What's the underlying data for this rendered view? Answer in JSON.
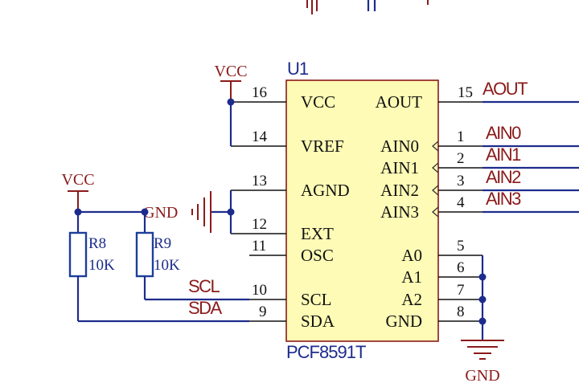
{
  "chip": {
    "designator": "U1",
    "part": "PCF8591T",
    "left_pins": [
      {
        "num": "16",
        "name": "VCC"
      },
      {
        "num": "14",
        "name": "VREF"
      },
      {
        "num": "13",
        "name": "AGND"
      },
      {
        "num": "12",
        "name": "EXT"
      },
      {
        "num": "11",
        "name": "OSC"
      },
      {
        "num": "10",
        "name": "SCL"
      },
      {
        "num": "9",
        "name": "SDA"
      }
    ],
    "right_pins": [
      {
        "num": "15",
        "name": "AOUT"
      },
      {
        "num": "1",
        "name": "AIN0"
      },
      {
        "num": "2",
        "name": "AIN1"
      },
      {
        "num": "3",
        "name": "AIN2"
      },
      {
        "num": "4",
        "name": "AIN3"
      },
      {
        "num": "5",
        "name": "A0"
      },
      {
        "num": "6",
        "name": "A1"
      },
      {
        "num": "7",
        "name": "A2"
      },
      {
        "num": "8",
        "name": "GND"
      }
    ]
  },
  "power": {
    "vcc_top": "VCC",
    "vcc_left": "VCC",
    "gnd_left": "GND",
    "gnd_bottom": "GND"
  },
  "resistors": [
    {
      "designator": "R8",
      "value": "10K"
    },
    {
      "designator": "R9",
      "value": "10K"
    }
  ],
  "net_labels": {
    "aout": "AOUT",
    "ain0": "AIN0",
    "ain1": "AIN1",
    "ain2": "AIN2",
    "ain3": "AIN3",
    "scl": "SCL",
    "sda": "SDA"
  },
  "colors": {
    "wire": "#1d2c8c",
    "power": "#8b1a1a",
    "chip_fill": "#fdfbb5",
    "chip_border": "#8b1a1a"
  }
}
